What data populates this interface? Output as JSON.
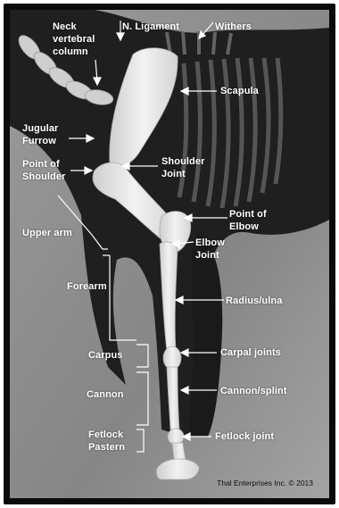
{
  "labels": {
    "neck_vertebral_column": [
      "Neck",
      "vertebral",
      "column"
    ],
    "n_ligament": "N. Ligament",
    "withers": "Withers",
    "scapula": "Scapula",
    "jugular_furrow": [
      "Jugular",
      "Furrow"
    ],
    "point_of_shoulder": [
      "Point of",
      "Shoulder"
    ],
    "shoulder_joint": [
      "Shoulder",
      "Joint"
    ],
    "point_of_elbow": [
      "Point of",
      "Elbow"
    ],
    "elbow_joint": [
      "Elbow",
      "Joint"
    ],
    "upper_arm": "Upper arm",
    "forearm": "Forearm",
    "radius_ulna": "Radius/ulna",
    "carpus": "Carpus",
    "carpal_joints": "Carpal joints",
    "cannon": "Cannon",
    "cannon_splint": "Cannon/splint",
    "fetlock": "Fetlock",
    "pastern": "Pastern",
    "fetlock_joint": "Fetlock joint"
  },
  "credit": "Thal Enterprises Inc.   © 2013",
  "colors": {
    "frame": "#0a0a0a",
    "horse": "#1f1f1f",
    "bone": "#e6e6e6",
    "label": "#ffffff",
    "background": "#8d8d8d"
  }
}
